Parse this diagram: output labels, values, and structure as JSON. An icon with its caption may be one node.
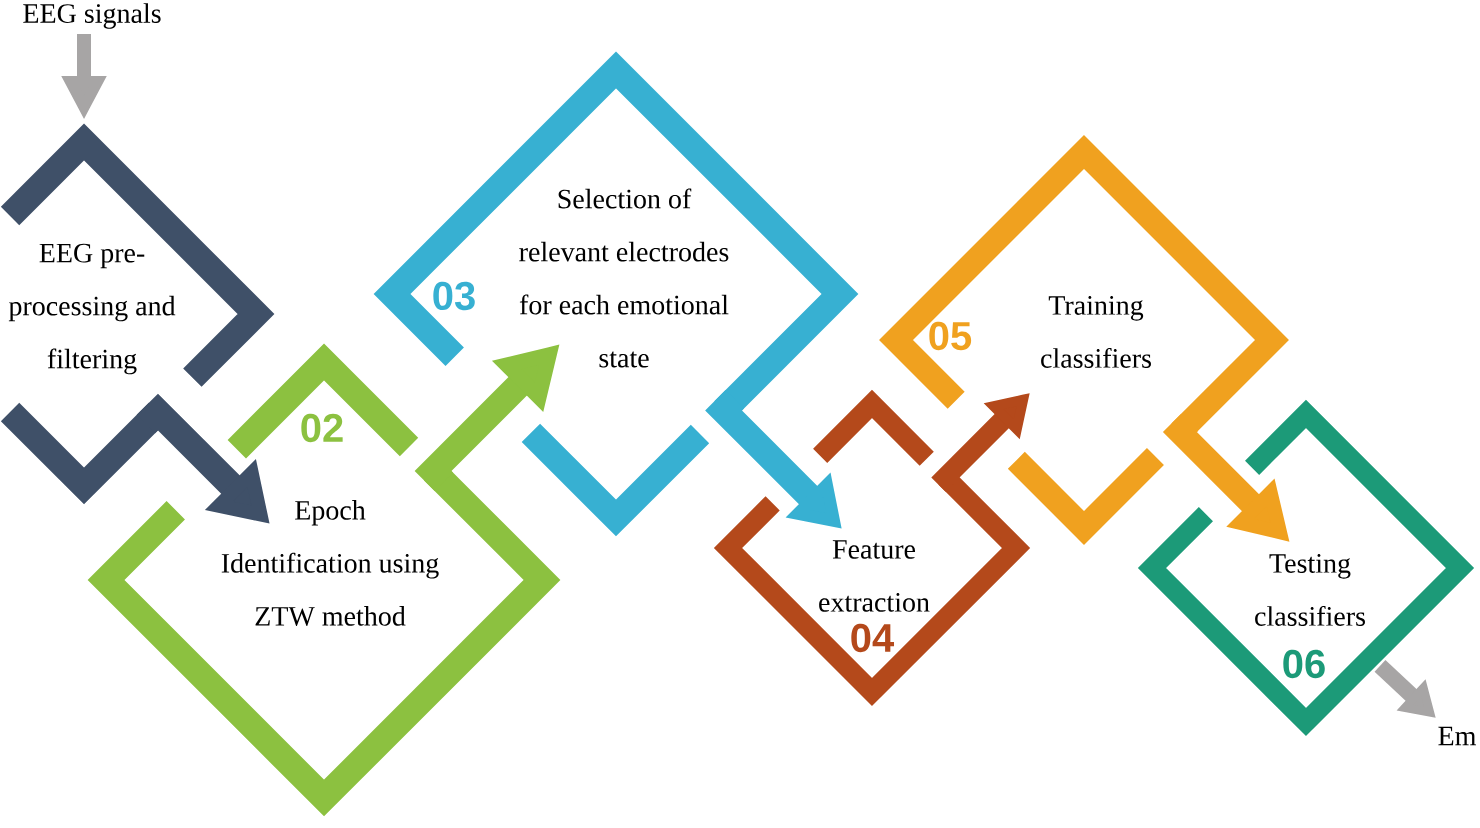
{
  "diagram": {
    "nodes": [
      {
        "text": [
          "EEG signals"
        ]
      },
      {
        "text": [
          "EEG pre- processing and filtering"
        ]
      },
      {
        "text": [
          "02",
          "Epoch Identification using ZTW method"
        ]
      },
      {
        "text": [
          "03",
          "Selection of relevant electrodes for each emotional state"
        ]
      },
      {
        "text": [
          "Feature extraction",
          "04"
        ]
      },
      {
        "text": [
          "05",
          "Training classifiers"
        ]
      },
      {
        "text": [
          "Testing classifiers",
          "06"
        ]
      },
      {
        "text": [
          "Em"
        ]
      }
    ],
    "edges": [
      {
        "from": 0,
        "to": 1,
        "arrow": "to",
        "color": "#a7a5a5"
      },
      {
        "from": 1,
        "to": 2,
        "arrow": "to",
        "color": "#3f5068"
      },
      {
        "from": 2,
        "to": 3,
        "arrow": "to",
        "color": "#8cc140"
      },
      {
        "from": 3,
        "to": 4,
        "arrow": "to",
        "color": "#37b0d2"
      },
      {
        "from": 4,
        "to": 5,
        "arrow": "to",
        "color": "#b4491b"
      },
      {
        "from": 5,
        "to": 6,
        "arrow": "to",
        "color": "#f0a11f"
      },
      {
        "from": 6,
        "to": 7,
        "arrow": "to",
        "color": "#a7a5a5"
      }
    ]
  }
}
